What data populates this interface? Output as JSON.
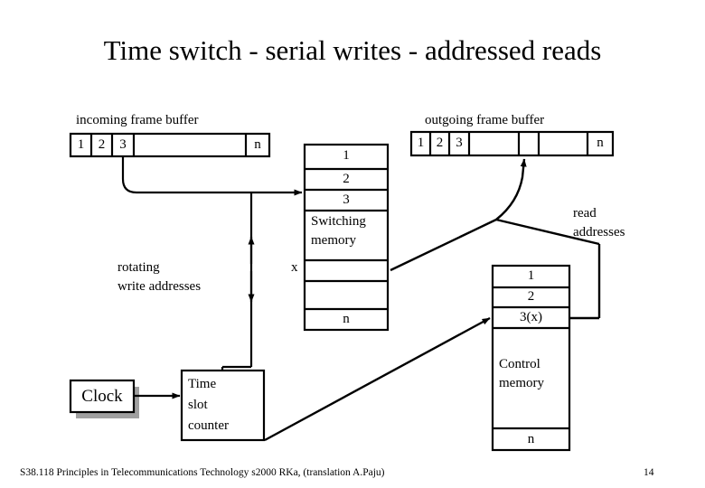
{
  "slide": {
    "title": "Time switch - serial writes - addressed reads",
    "footer": {
      "text": "S38.118 Principles in Telecommunications Technology s2000 RKa, (translation A.Paju)",
      "page_number": "14"
    },
    "colors": {
      "background": "#ffffff",
      "stroke": "#000000",
      "shadow": "#a0a0a0"
    }
  },
  "incoming_buffer": {
    "caption": "incoming frame buffer",
    "cells": [
      "1",
      "2",
      "3",
      "",
      "n"
    ]
  },
  "outgoing_buffer": {
    "caption": "outgoing frame buffer",
    "cells": [
      "1",
      "2",
      "3",
      "",
      "",
      "",
      "n"
    ]
  },
  "switching_memory": {
    "name": "Switching memory",
    "name_line1": "Switching",
    "name_line2": "memory",
    "rows": [
      "1",
      "2",
      "3",
      "Switching memory",
      "",
      "",
      "n"
    ],
    "marker": "x"
  },
  "control_memory": {
    "name": "Control memory",
    "name_line1": "Control",
    "name_line2": "memory",
    "rows": [
      "1",
      "2",
      "3(x)",
      "Control memory",
      "n"
    ]
  },
  "clock_box": {
    "label": "Clock"
  },
  "time_slot_counter": {
    "line1": "Time",
    "line2": "slot",
    "line3": "counter"
  },
  "annotations": {
    "rotating_write_addresses_line1": "rotating",
    "rotating_write_addresses_line2": "write addresses",
    "read_addresses_line1": "read",
    "read_addresses_line2": "addresses"
  }
}
